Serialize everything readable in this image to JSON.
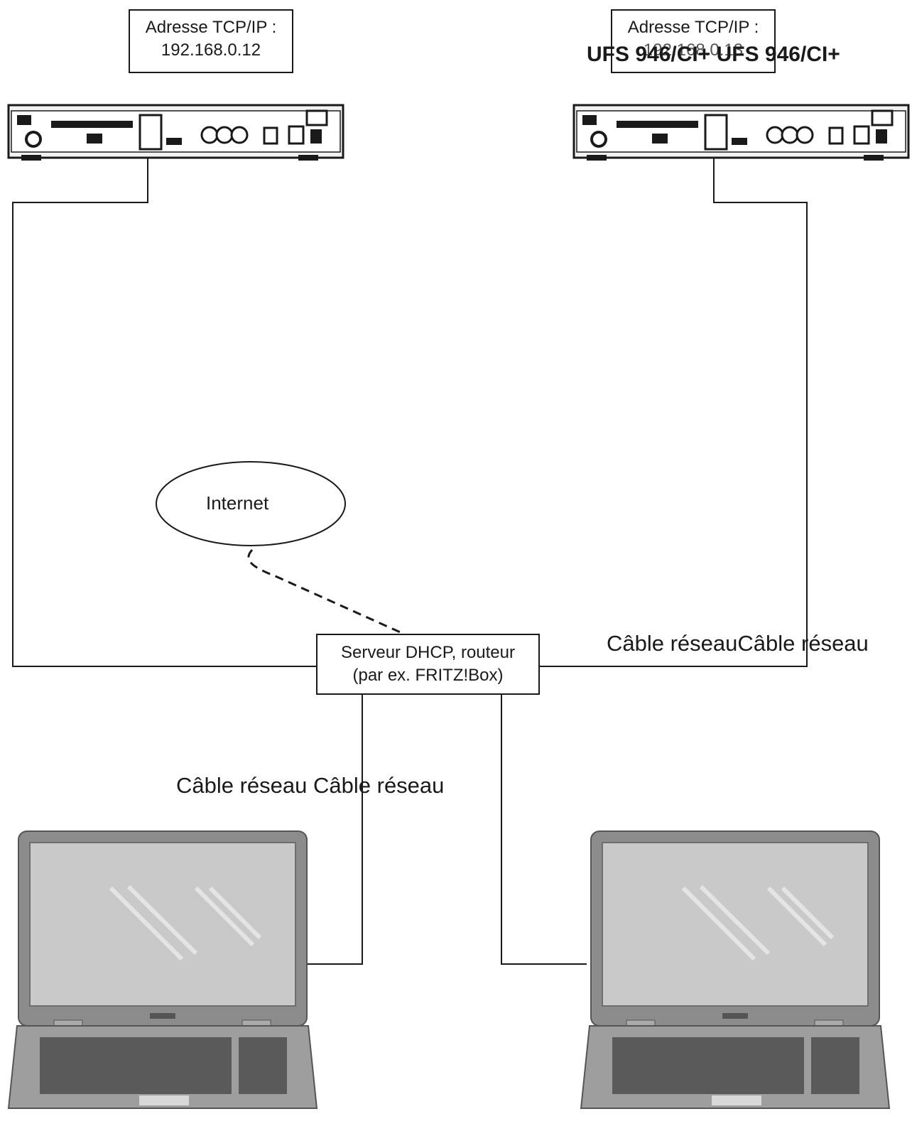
{
  "receiver_left": {
    "address_label": "Adresse TCP/IP :",
    "ip": "192.168.0.12"
  },
  "receiver_right": {
    "address_label": "Adresse TCP/IP :",
    "ip": "192.168.0.13",
    "model_label": "UFS 946/CI+ UFS 946/CI+"
  },
  "internet_label": "Internet",
  "router": {
    "line1": "Serveur DHCP, routeur",
    "line2": "(par ex. FRITZ!Box)"
  },
  "cable_label_right": "Câble réseauCâble réseau",
  "cable_label_bottom": "Câble réseau Câble réseau",
  "colors": {
    "line": "#1a1a1a",
    "device_body": "#f2f2f2",
    "laptop_frame": "#8c8c8c",
    "laptop_screen": "#c9c9c9"
  }
}
